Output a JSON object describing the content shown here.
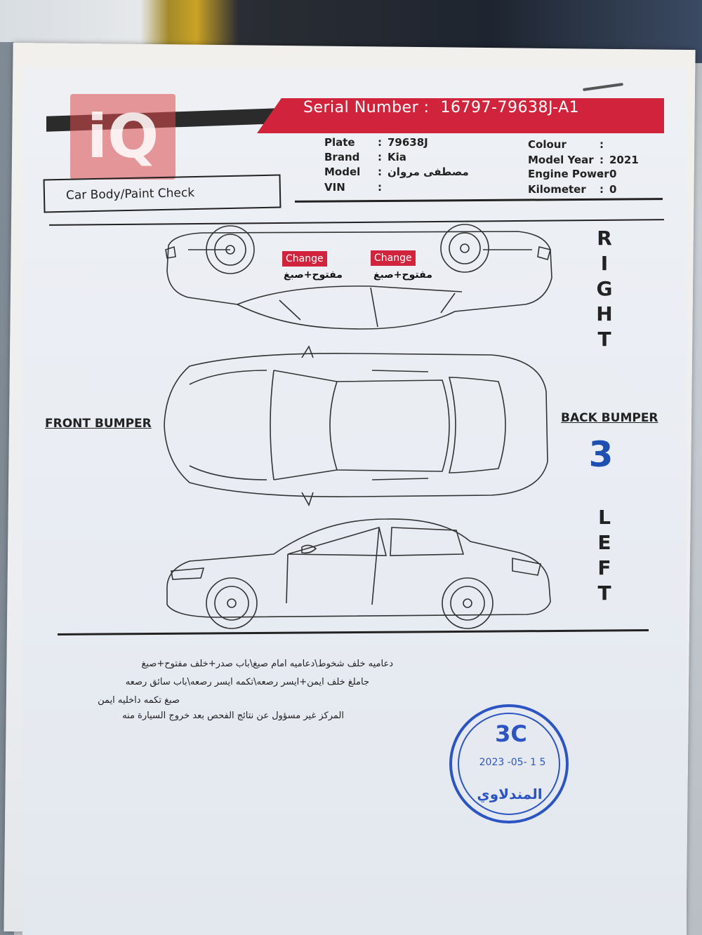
{
  "header": {
    "serial_label": "Serial Number :",
    "serial_value": "16797-79638J-A1",
    "logo_text": "iQ",
    "form_title": "Car Body/Paint Check"
  },
  "vehicle": {
    "plate_label": "Plate",
    "plate_value": "79638J",
    "brand_label": "Brand",
    "brand_value": "Kia",
    "model_label": "Model",
    "model_value": "مصطفى مروان",
    "vin_label": "VIN",
    "vin_value": "",
    "colour_label": "Colour",
    "colour_value": "",
    "year_label": "Model Year",
    "year_value": "2021",
    "power_label": "Engine Power",
    "power_value": "0",
    "km_label": "Kilometer",
    "km_value": "0",
    "colon": ":"
  },
  "damage_tags": [
    {
      "label": "Change",
      "note": "مفتوح+صبغ"
    },
    {
      "label": "Change",
      "note": "مفتوح+صبغ"
    }
  ],
  "sides": {
    "right": [
      "R",
      "I",
      "G",
      "H",
      "T"
    ],
    "left": [
      "L",
      "E",
      "F",
      "T"
    ],
    "front": "FRONT BUMPER",
    "back": "BACK BUMPER"
  },
  "grade": "3",
  "notes": [
    "دعاميه خلف شخوط\\دعاميه امام صبغ\\باب صدر+خلف مفتوح+صبغ",
    "جاملغ خلف ايمن+ايسر رصعه\\تكمه ايسر رصعه\\باب سائق رصعه",
    "صبغ تكمه داخليه ايمن",
    "المركز غير مسؤول عن نتائج الفحص بعد خروج السيارة منه"
  ],
  "stamp": {
    "code": "3C",
    "date": "2023 -05- 1 5",
    "name": "المندلاوي",
    "color": "#2c55c4"
  },
  "colors": {
    "accent_red": "#d1243c",
    "band_dark": "#2b2b2b",
    "grade_blue": "#1f4fb0"
  }
}
